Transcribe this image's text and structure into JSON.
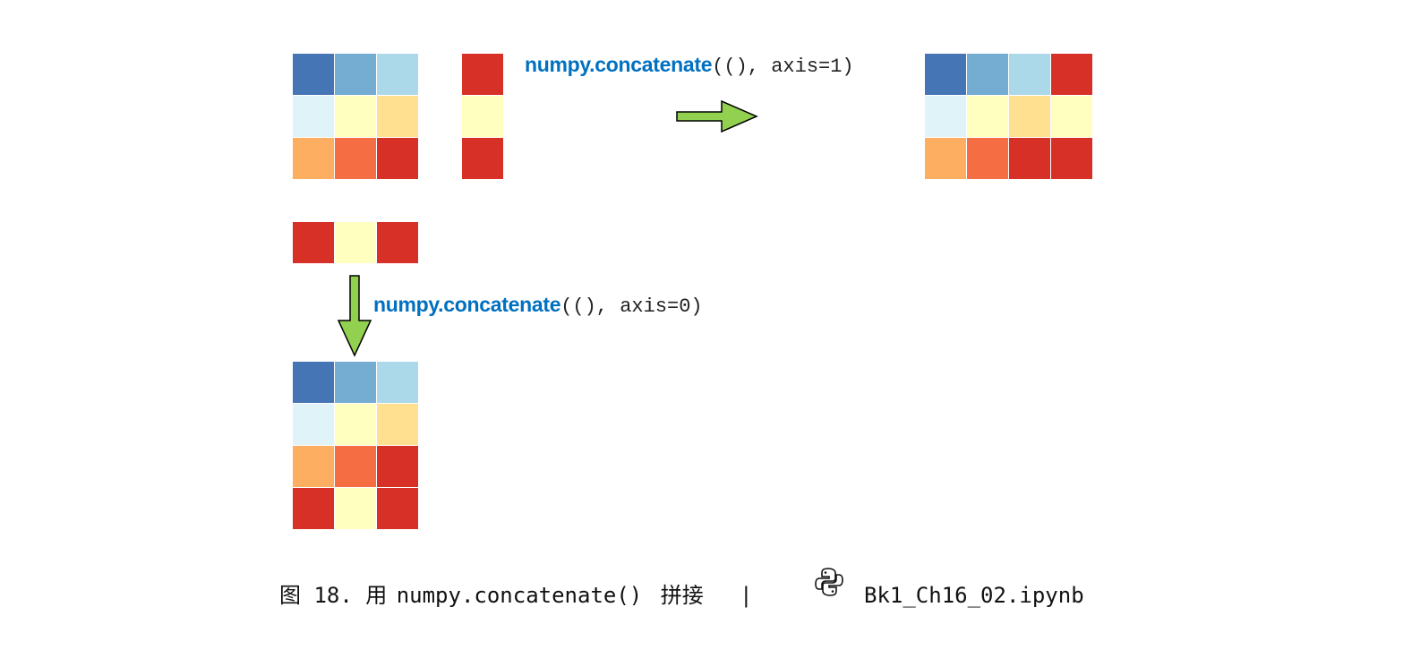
{
  "colors": {
    "c1": "#4575B4",
    "c2": "#74ADD1",
    "c3": "#ABD9E9",
    "c4": "#E0F3F8",
    "c5": "#FFFFBF",
    "c6": "#FEE090",
    "c7": "#FDAE61",
    "c8": "#F46D43",
    "c9": "#D73027",
    "arrow_fill": "#92D050"
  },
  "matrices": {
    "a": [
      [
        "c1",
        "c2",
        "c3"
      ],
      [
        "c4",
        "c5",
        "c6"
      ],
      [
        "c7",
        "c8",
        "c9"
      ]
    ],
    "col": [
      [
        "c9"
      ],
      [
        "c5"
      ],
      [
        "c9"
      ]
    ],
    "row": [
      [
        "c9",
        "c5",
        "c9"
      ]
    ],
    "result_axis1": [
      [
        "c1",
        "c2",
        "c3",
        "c9"
      ],
      [
        "c4",
        "c5",
        "c6",
        "c5"
      ],
      [
        "c7",
        "c8",
        "c9",
        "c9"
      ]
    ],
    "result_axis0": [
      [
        "c1",
        "c2",
        "c3"
      ],
      [
        "c4",
        "c5",
        "c6"
      ],
      [
        "c7",
        "c8",
        "c9"
      ],
      [
        "c9",
        "c5",
        "c9"
      ]
    ]
  },
  "labels": {
    "axis1_fn": "numpy.concatenate",
    "axis1_args": "((), axis=1)",
    "axis0_fn": "numpy.concatenate",
    "axis0_args": "((), axis=0)"
  },
  "caption": {
    "prefix": "图 18. 用",
    "code": "numpy.concatenate()",
    "suffix": "拼接",
    "separator": "|",
    "icon": "python-icon",
    "filename": "Bk1_Ch16_02.ipynb"
  }
}
